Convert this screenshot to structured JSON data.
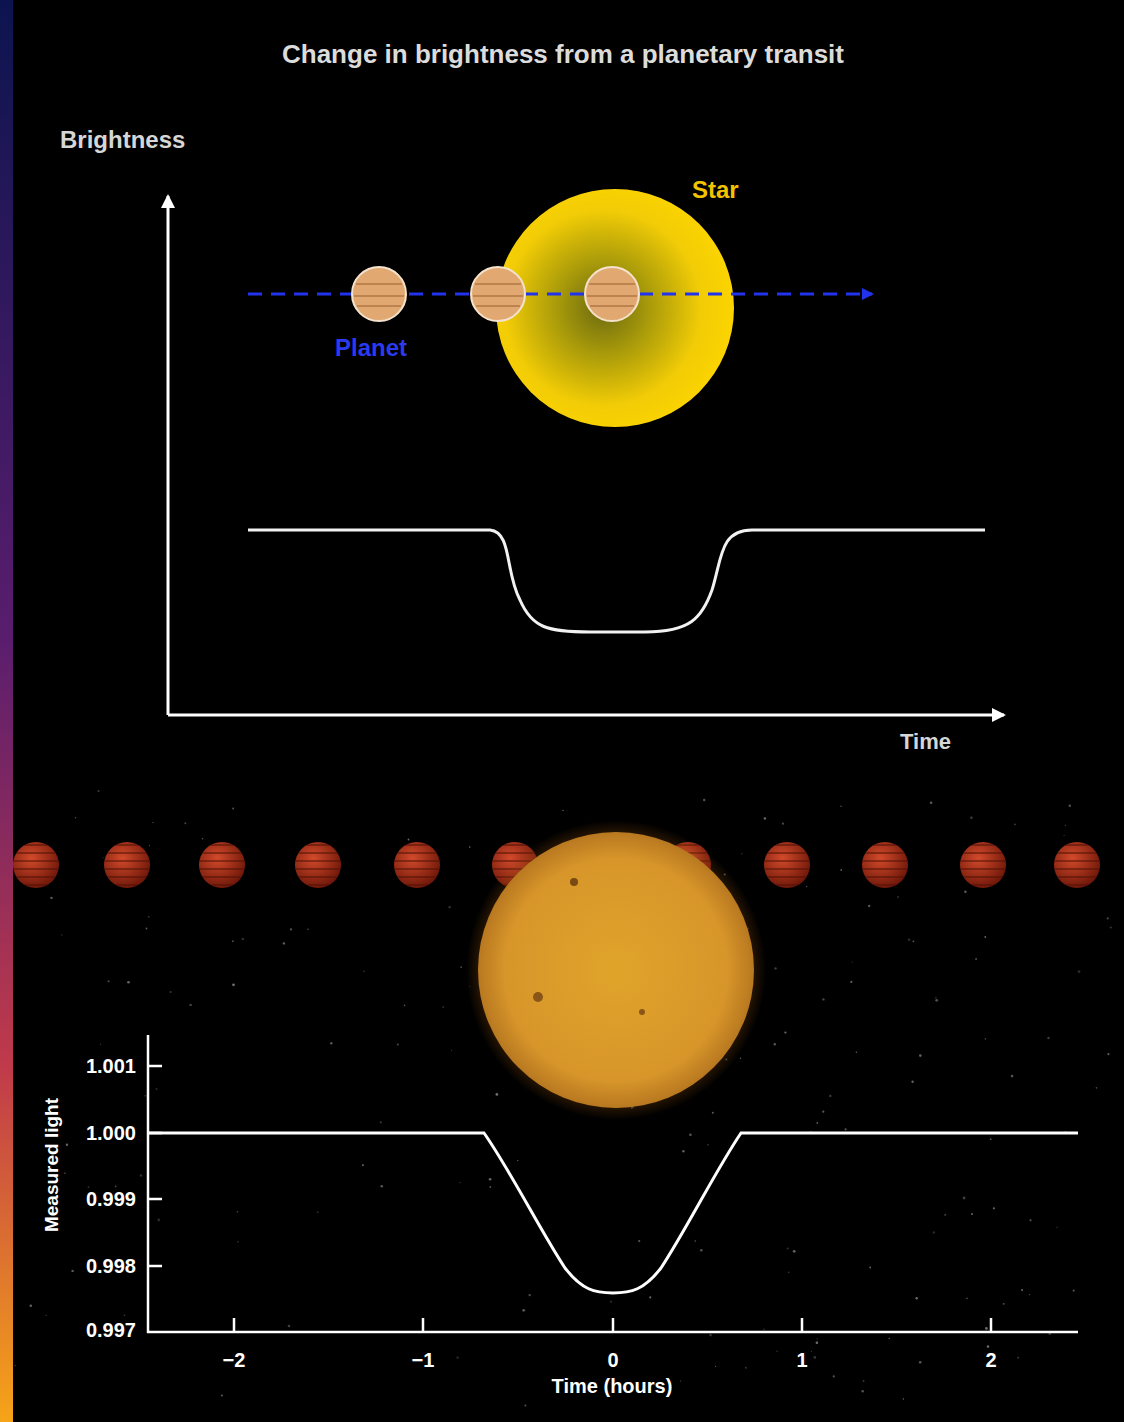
{
  "diagram": {
    "title": "Change in brightness from a planetary transit",
    "labels": [
      "Brightness",
      "Star",
      "Planet",
      "Time",
      "1.001",
      "1.000",
      "0.999",
      "0.998",
      "0.997",
      "Measured light",
      "−2",
      "−1",
      "0",
      "1",
      "2",
      "Time (hours)"
    ]
  }
}
